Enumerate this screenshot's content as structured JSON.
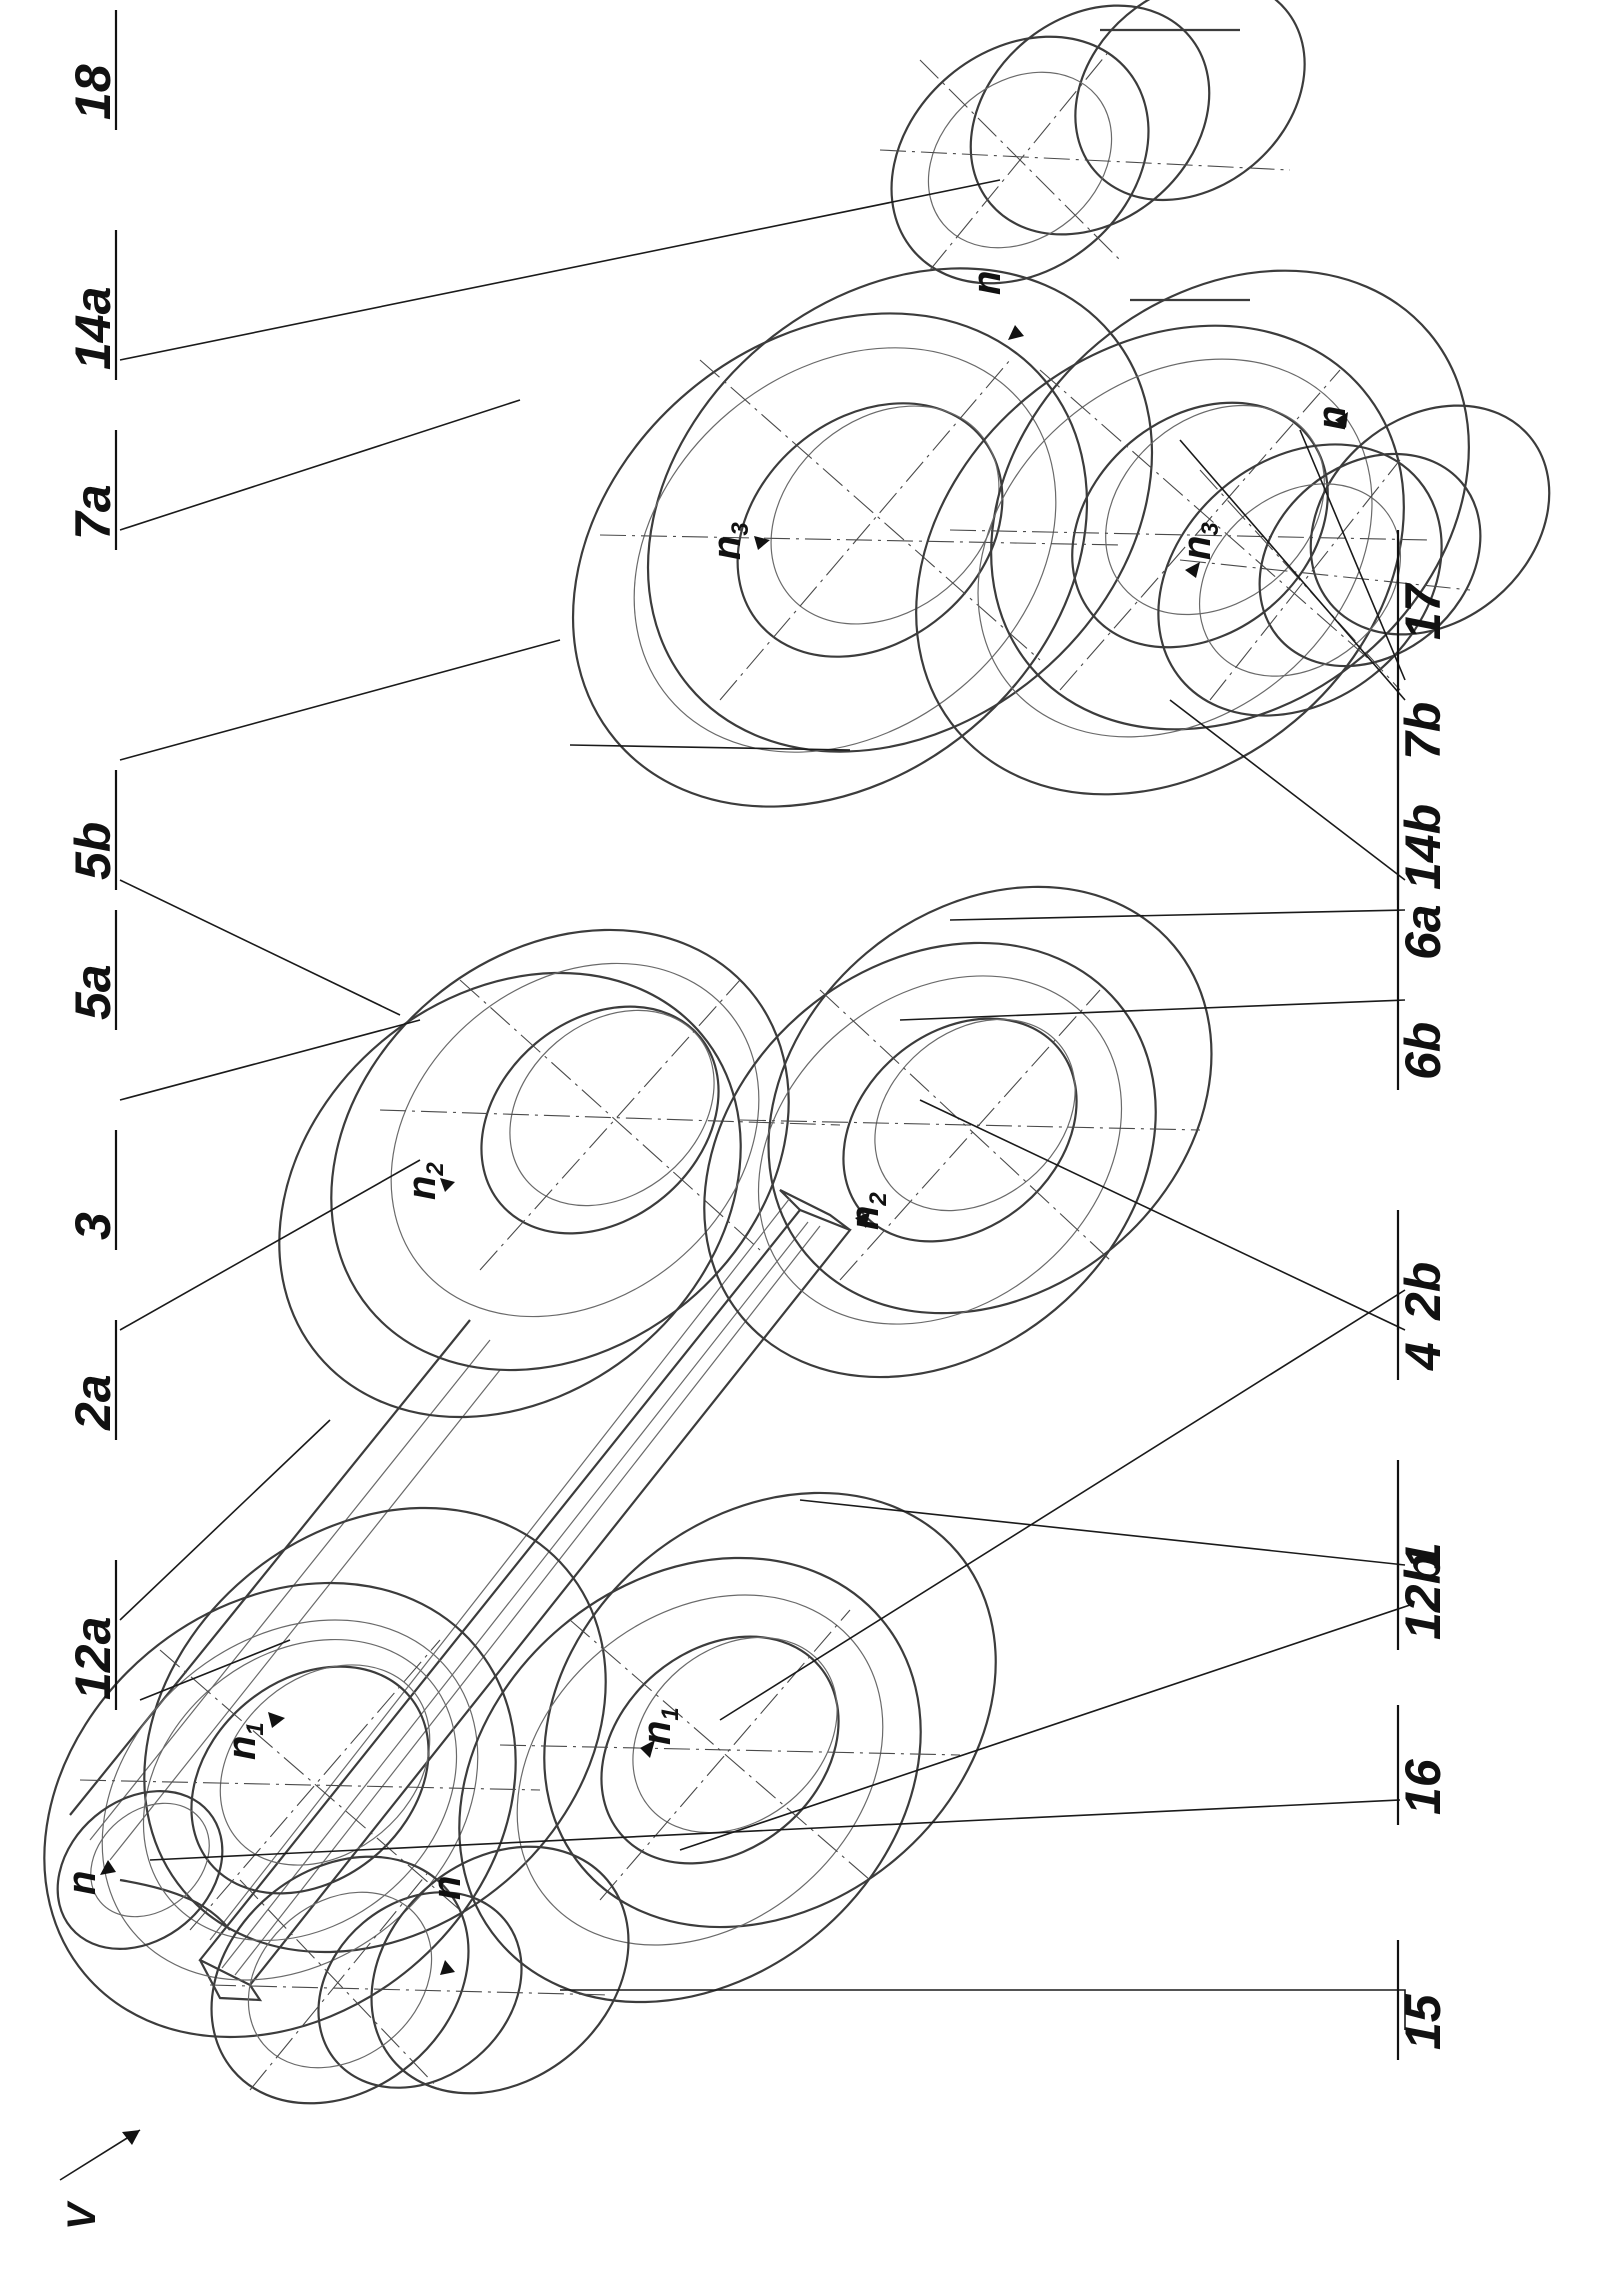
{
  "labels": {
    "l15": "15",
    "l16": "16",
    "l12b": "12b",
    "l2b": "2b",
    "l1": "1",
    "l4": "4",
    "l6b": "6b",
    "l6a": "6a",
    "l14b": "14b",
    "l7b": "7b",
    "l17": "17",
    "l12a": "12a",
    "l2a": "2a",
    "l3": "3",
    "l5a": "5a",
    "l5b": "5b",
    "l7a": "7a",
    "l14a": "14a",
    "l18": "18"
  },
  "rotation_labels": {
    "base_n": "n",
    "sub_1": "1",
    "sub_2": "2",
    "sub_3": "3",
    "velocity": "V"
  }
}
